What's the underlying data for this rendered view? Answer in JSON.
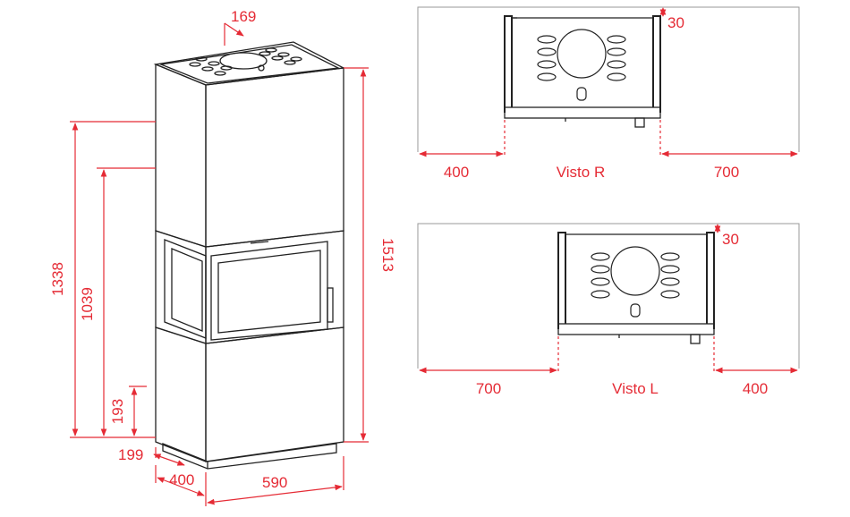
{
  "stove": {
    "dimensions": {
      "top_outlet": "169",
      "height_total": "1513",
      "height_side": "1338",
      "height_outlet": "1039",
      "height_air": "193",
      "depth_base": "199",
      "depth": "400",
      "width": "590"
    }
  },
  "plan_right": {
    "label": "Visto R",
    "left_clearance": "400",
    "right_clearance": "700",
    "back_gap": "30"
  },
  "plan_left": {
    "label": "Visto L",
    "left_clearance": "700",
    "right_clearance": "400",
    "back_gap": "30"
  },
  "colors": {
    "dimension": "#e52b35",
    "outline": "#222222",
    "wall": "#999999"
  }
}
